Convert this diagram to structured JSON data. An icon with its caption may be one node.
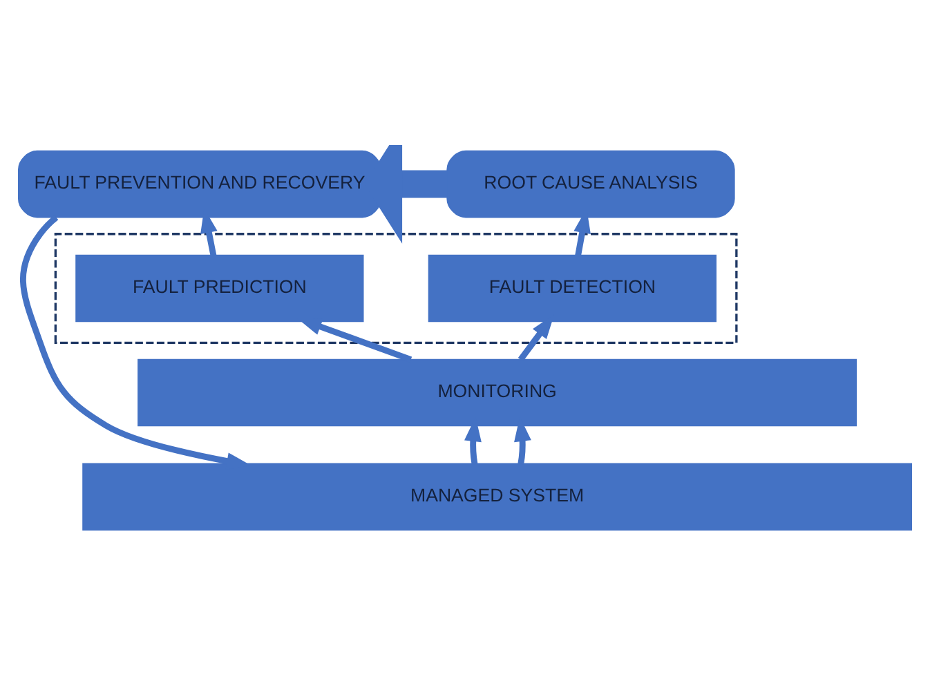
{
  "diagram": {
    "nodes": [
      {
        "text": [
          "ROOT CAUSE ANALYSIS"
        ]
      },
      {
        "text": [
          "FAULT PREVENTION AND RECOVERY"
        ]
      },
      {
        "text": [],
        "shape": "box"
      },
      {
        "text": [
          "FAULT DETECTION"
        ],
        "in": 2
      },
      {
        "text": [
          "FAULT PREDICTION"
        ],
        "in": 2
      },
      {
        "text": [
          "MONITORING"
        ]
      },
      {
        "text": [
          "MANAGED SYSTEM"
        ]
      }
    ],
    "edges": [
      {
        "from": 0,
        "to": 1,
        "arrow": "to",
        "style": "thick"
      },
      {
        "from": 3,
        "to": 0,
        "arrow": "to"
      },
      {
        "from": 4,
        "to": 1,
        "arrow": "to"
      },
      {
        "from": 5,
        "to": 3,
        "arrow": "to"
      },
      {
        "from": 5,
        "to": 4,
        "arrow": "to"
      },
      {
        "from": 6,
        "to": 5,
        "arrow": "to"
      },
      {
        "from": 6,
        "to": 5,
        "arrow": "to"
      },
      {
        "from": 1,
        "to": 6,
        "arrow": "to"
      }
    ]
  }
}
